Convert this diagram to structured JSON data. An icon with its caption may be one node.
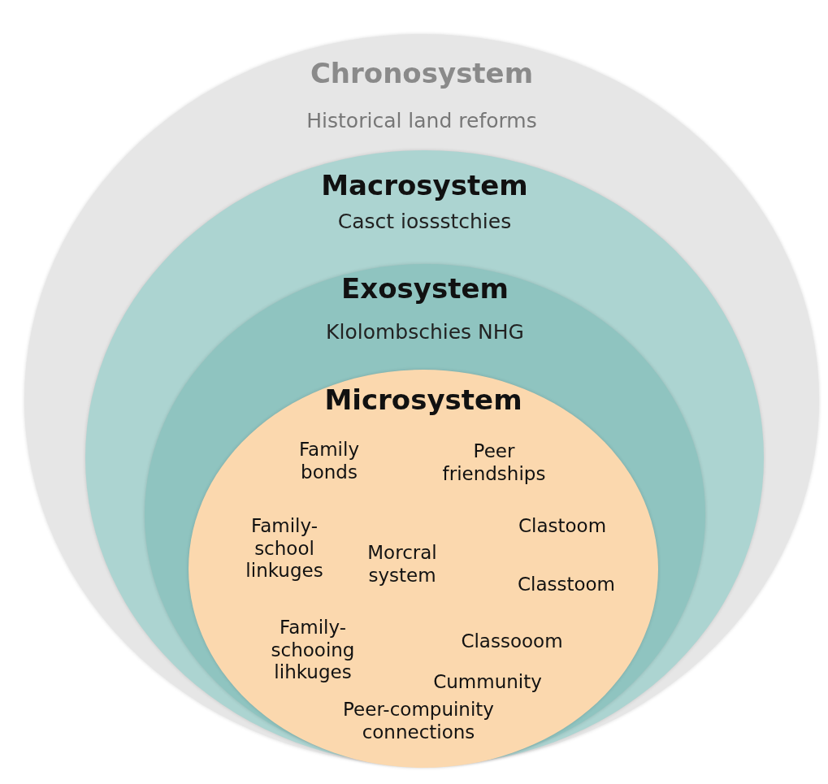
{
  "diagram": {
    "nodes": [
      {
        "text": [
          "Chronosystem",
          "Historical land reforms"
        ]
      },
      {
        "text": [
          "Macrosystem",
          "Casct iossstchies"
        ],
        "in": 0
      },
      {
        "text": [
          "Exosystem",
          "Klolombschies NHG"
        ],
        "in": 1
      },
      {
        "text": [
          "Microsystem"
        ],
        "in": 2
      }
    ],
    "labels": [
      "Family bonds",
      "Peer friendships",
      "Family-school linkuges",
      "Morcral system",
      "Clastoom",
      "Classtoom",
      "Family-schooing lihkuges",
      "Classooom",
      "Cummunity",
      "Peer-compuinity connections"
    ]
  }
}
